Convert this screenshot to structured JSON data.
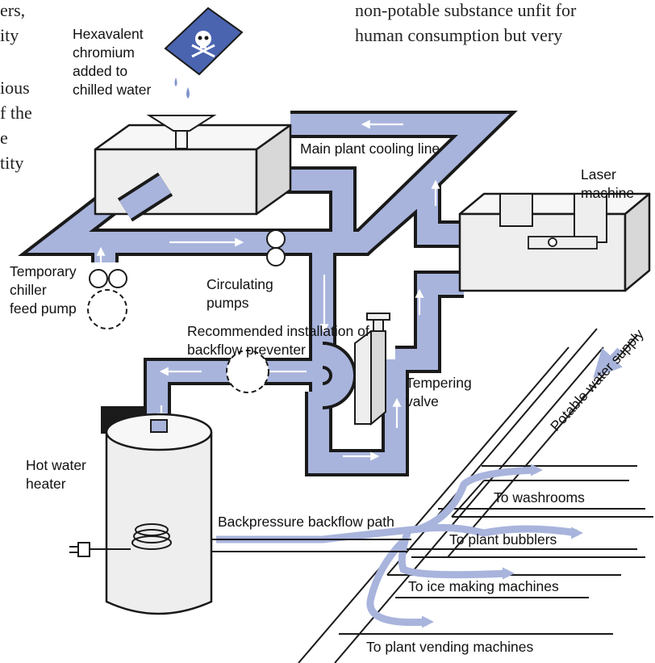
{
  "body_text": {
    "left_lines": [
      "ers,",
      "ity",
      "ious",
      "f the",
      "e",
      "tity"
    ],
    "right_lines": [
      "non-potable substance unfit for",
      "human consumption but very"
    ]
  },
  "labels": {
    "chromium": [
      "Hexavalent",
      "chromium",
      "added to",
      "chilled water"
    ],
    "main_line": "Main plant cooling line",
    "laser": [
      "Laser",
      "machine"
    ],
    "chiller_pump": [
      "Temporary",
      "chiller",
      "feed pump"
    ],
    "circulating": [
      "Circulating",
      "pumps"
    ],
    "backflow_preventer": [
      "Recommended installation of",
      "backflow preventer"
    ],
    "tempering": [
      "Tempering",
      "valve"
    ],
    "potable": "Potable water supply",
    "heater": [
      "Hot water",
      "heater"
    ],
    "backflow_path": "Backpressure backflow path",
    "outlets": {
      "washrooms": "To washrooms",
      "bubblers": "To plant bubblers",
      "ice": "To ice making machines",
      "vending": "To plant vending machines"
    }
  },
  "colors": {
    "pipe_fill": "#a8b4dc",
    "outline": "#1a1a1a",
    "backflow_stream": "#a8b4dc",
    "skull_can": "#4a64b0"
  },
  "icons": [
    "skull-crossbones-icon",
    "plug-icon",
    "heating-coil-icon"
  ]
}
